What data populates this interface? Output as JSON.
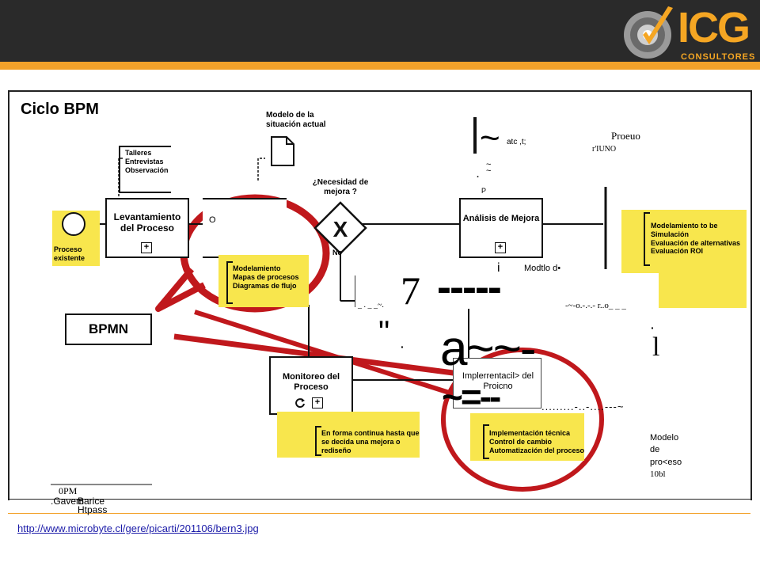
{
  "logo": {
    "text": "ICG",
    "sub": "CONSULTORES"
  },
  "title": "Ciclo BPM",
  "bpmn_label": "BPMN",
  "start_event_label": "Proceso existente",
  "task_levantamiento": "Levantamiento del Proceso",
  "note_levantamiento": [
    "Talleres",
    "Entrevistas",
    "Observación"
  ],
  "doc_label": "Modelo de la situación actual",
  "note_modelamiento": [
    "Modelamiento",
    "Mapas de procesos",
    "Diagramas de flujo"
  ],
  "box_o": "O",
  "gateway_question": "¿Necesidad de mejora ?",
  "gateway_no": "No",
  "task_analisis": "Análisis de Mejora",
  "note_analisis": [
    "Modelamiento to be",
    "Simulación",
    "Evaluación de alternativas",
    "Evaluación ROI"
  ],
  "task_monitoreo": "Monitoreo del Proceso",
  "note_monitoreo": [
    "En forma continua hasta que",
    "se decida una mejora o",
    "rediseño"
  ],
  "task_implementacion": "Implerrentacil> del Proicno",
  "note_implementacion": [
    "Implementación técnica",
    "Control de cambio",
    "Automatización del proceso"
  ],
  "ocr": {
    "atc": "atc ,t;",
    "proeuo": "Proeuo",
    "riuno": "r'IUNO",
    "tilde1": "~",
    "tilde2": "~",
    "dot1": "·",
    "p": "P",
    "i": "i",
    "modtlo": "Modtlo d•",
    "seven": "7",
    "dashes": "-----",
    "small_marks": "_ . _ _~.",
    "quote": "\"",
    "dot2": "·",
    "ass": "a~~-",
    "eqs": "~=--",
    "dots_line": ".........-..-....---~",
    "right_marks": "-~-o.-.-.- r..o_ _ _",
    "one": "l",
    "dot3": "·",
    "modelo": [
      "Modelo",
      "de",
      "pro<eso",
      "10bl"
    ],
    "gavemarice": [
      "0PM",
      ".Gavemarice",
      "B",
      "Htpass"
    ]
  },
  "footer_link": "http://www.microbyte.cl/gere/picarti/201106/bern3.jpg",
  "colors": {
    "accent": "#f2a12a",
    "logo": "#f5a623",
    "note_yellow": "#f8e64d",
    "callout_red": "#c0181c"
  }
}
